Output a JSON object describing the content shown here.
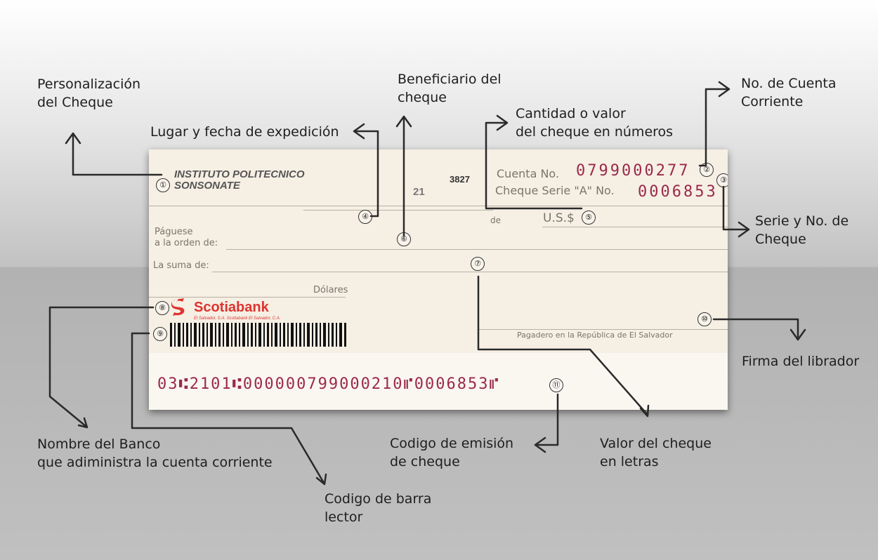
{
  "labels": {
    "personalizacion": [
      "Personalización",
      "del Cheque"
    ],
    "lugar_fecha": [
      "Lugar y fecha de expedición"
    ],
    "beneficiario": [
      "Beneficiario del",
      "cheque"
    ],
    "cantidad": [
      "Cantidad o valor",
      "del cheque en números"
    ],
    "cuenta": [
      "No. de Cuenta",
      "Corriente"
    ],
    "serie": [
      "Serie y No. de",
      "Cheque"
    ],
    "firma": [
      "Firma del librador"
    ],
    "banco": [
      "Nombre del Banco",
      "que adiministra la cuenta corriente"
    ],
    "barra": [
      "Codigo de barra",
      "lector"
    ],
    "emision": [
      "Codigo de emisión",
      "de cheque"
    ],
    "letras": [
      "Valor del cheque",
      "en letras"
    ]
  },
  "cheque": {
    "drawer_line1": "INSTITUTO  POLITECNICO",
    "drawer_line2": "SONSONATE",
    "number_top": "3827",
    "date_prefix": "21",
    "cuenta_label": "Cuenta No.",
    "cuenta_value": "0799000277",
    "serie_label": "Cheque Serie \"A\" No.",
    "serie_value": "0006853",
    "de": "de",
    "usd": "U.S.$",
    "paguese_1": "Páguese",
    "paguese_2": "a la orden de:",
    "suma": "La suma de:",
    "dolares": "Dólares",
    "bank_name": "Scotiabank",
    "bank_sub": "El Salvador, S.A. Scotiabank El Salvador, C.A.",
    "pagadero": "Pagadero en la República de El Salvador",
    "micr": "03⑆2101⑆0000007990002​10⑈0006853⑈"
  },
  "markers": [
    "①",
    "②",
    "③",
    "④",
    "⑤",
    "⑥",
    "⑦",
    "⑧",
    "⑨",
    "⑩",
    "⑪"
  ],
  "colors": {
    "bank_red": "#e0332f",
    "micr": "#9a2a4a",
    "paper": "#f6efe4"
  }
}
